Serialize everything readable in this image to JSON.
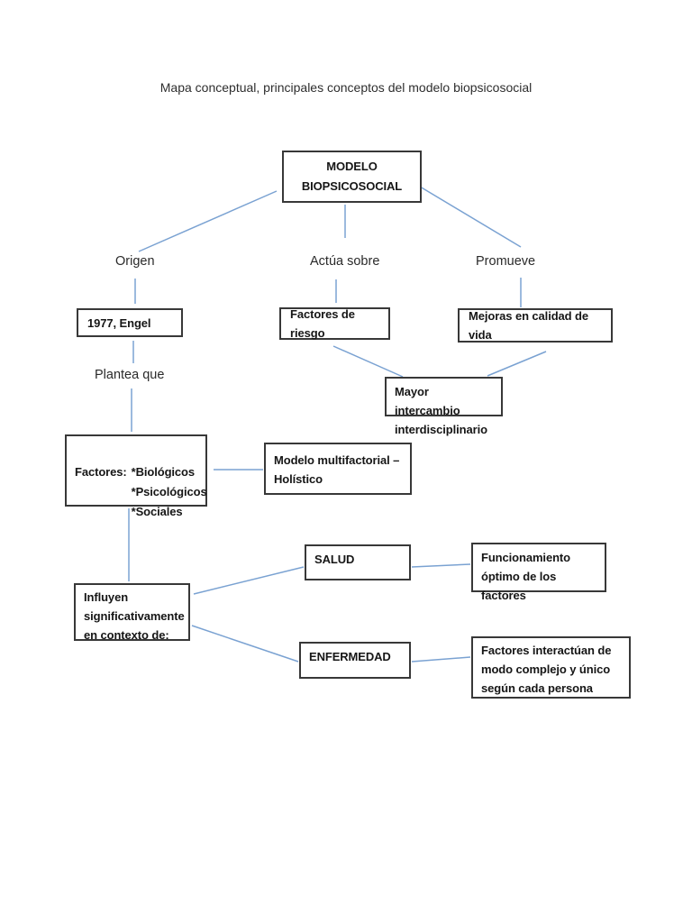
{
  "page": {
    "title": "Mapa conceptual, principales conceptos del modelo biopsicosocial"
  },
  "colors": {
    "connector_blue": "#7aa2d2",
    "box_border": "#383838",
    "text": "#161616"
  },
  "nodes": {
    "root": "MODELO\nBIOPSICOSOCIAL",
    "engel": "1977, Engel",
    "riesgo": "Factores de riesgo",
    "mejoras": "Mejoras en calidad de vida",
    "intercambio": "Mayor intercambio\ninterdisciplinario",
    "factores": {
      "prefix": "Factores:",
      "items": [
        "*Biológicos",
        "*Psicológicos",
        "*Sociales"
      ]
    },
    "modelo": "Modelo multifactorial –\nHolístico",
    "influyen": "Influyen\nsignificativamente\nen contexto de:",
    "salud": "SALUD",
    "funcionamiento": "Funcionamiento\nóptimo de los factores",
    "enfermedad": "ENFERMEDAD",
    "interactuan": "Factores interactúan de\nmodo complejo y único\nsegún cada persona"
  },
  "labels": {
    "origen": "Origen",
    "actua": "Actúa sobre",
    "promueve": "Promueve",
    "plantea": "Plantea que"
  }
}
